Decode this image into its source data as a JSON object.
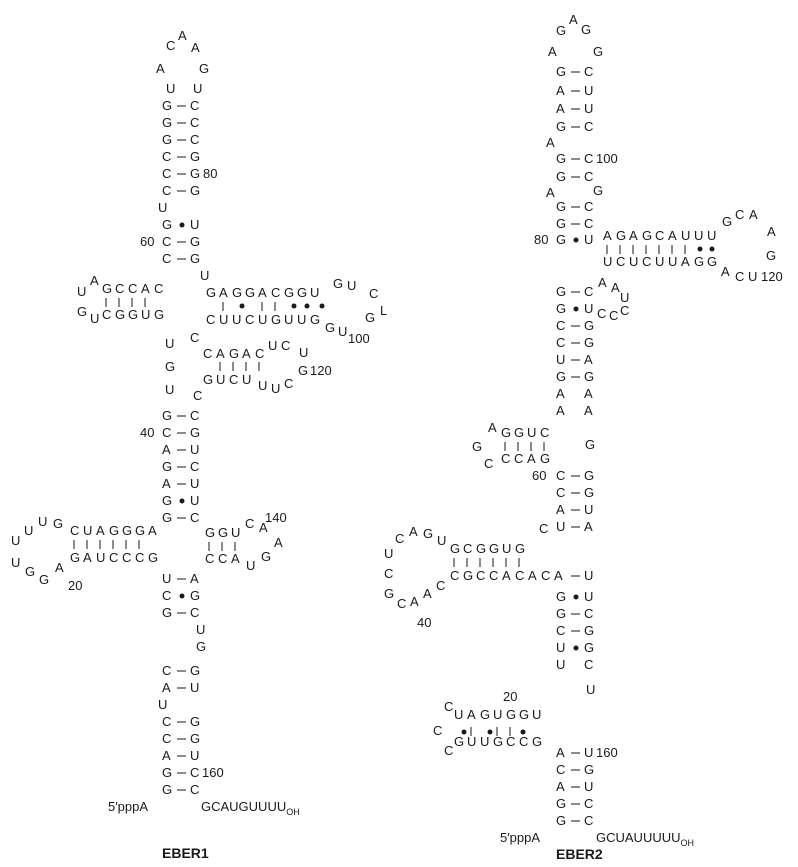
{
  "figure": {
    "eber1": {
      "label": "EBER1",
      "five_prime": "5′pppA",
      "tail": "GCAUGUUUU",
      "tail_sub": "OH",
      "numbers": [
        "80",
        "60",
        "100",
        "120",
        "40",
        "140",
        "20",
        "160"
      ],
      "loop_L": "L"
    },
    "eber2": {
      "label": "EBER2",
      "five_prime": "5′pppA",
      "tail": "GCUAUUUUU",
      "tail_sub": "OH",
      "numbers": [
        "100",
        "80",
        "120",
        "60",
        "40",
        "20",
        "160"
      ]
    }
  }
}
